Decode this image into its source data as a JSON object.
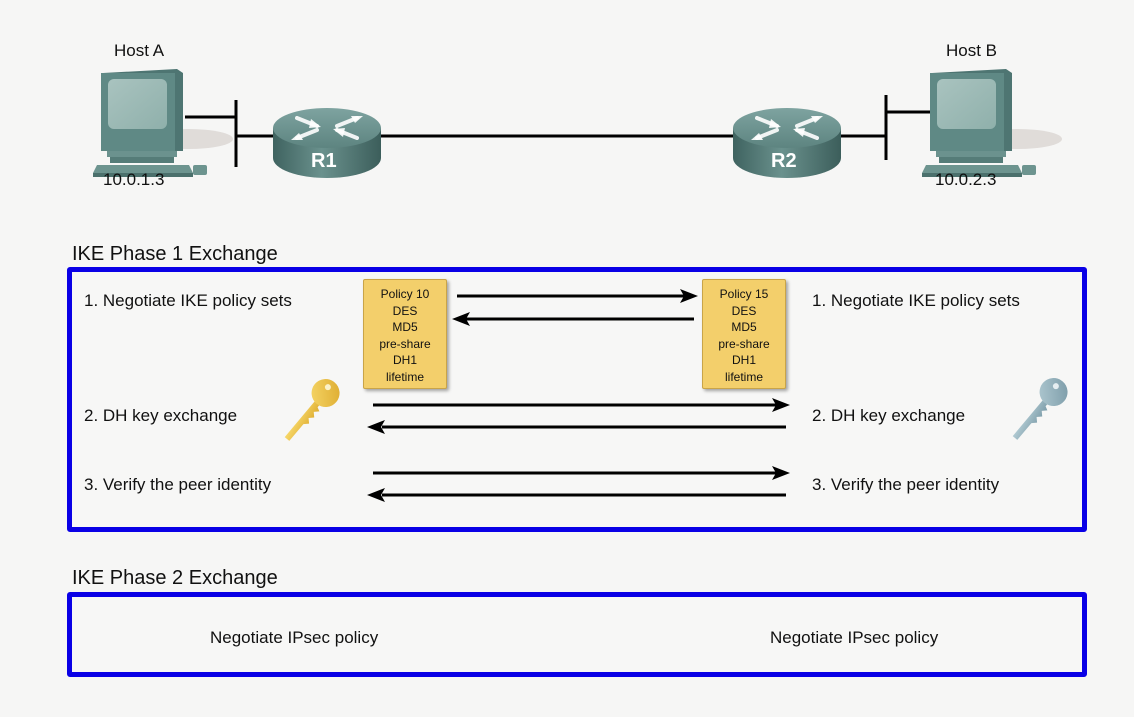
{
  "topology": {
    "host_a": {
      "label": "Host A",
      "ip": "10.0.1.3"
    },
    "host_b": {
      "label": "Host B",
      "ip": "10.0.2.3"
    },
    "router_1": {
      "label": "R1"
    },
    "router_2": {
      "label": "R2"
    }
  },
  "phase1": {
    "title": "IKE Phase 1 Exchange",
    "steps_left": [
      "1. Negotiate IKE policy sets",
      "2. DH key exchange",
      "3. Verify the peer identity"
    ],
    "steps_right": [
      "1. Negotiate IKE policy sets",
      "2. DH key exchange",
      "3. Verify the peer identity"
    ],
    "policy_left": [
      "Policy 10",
      "DES",
      "MD5",
      "pre-share",
      "DH1",
      "lifetime"
    ],
    "policy_right": [
      "Policy 15",
      "DES",
      "MD5",
      "pre-share",
      "DH1",
      "lifetime"
    ],
    "key_left_color": "#e8b83a",
    "key_right_color": "#8fb0bd"
  },
  "phase2": {
    "title": "IKE Phase 2 Exchange",
    "left_text": "Negotiate IPsec policy",
    "right_text": "Negotiate IPsec policy"
  },
  "colors": {
    "box_border": "#0a00e6",
    "policy_fill": "#f3cf6b",
    "device_teal": "#5e8783"
  }
}
